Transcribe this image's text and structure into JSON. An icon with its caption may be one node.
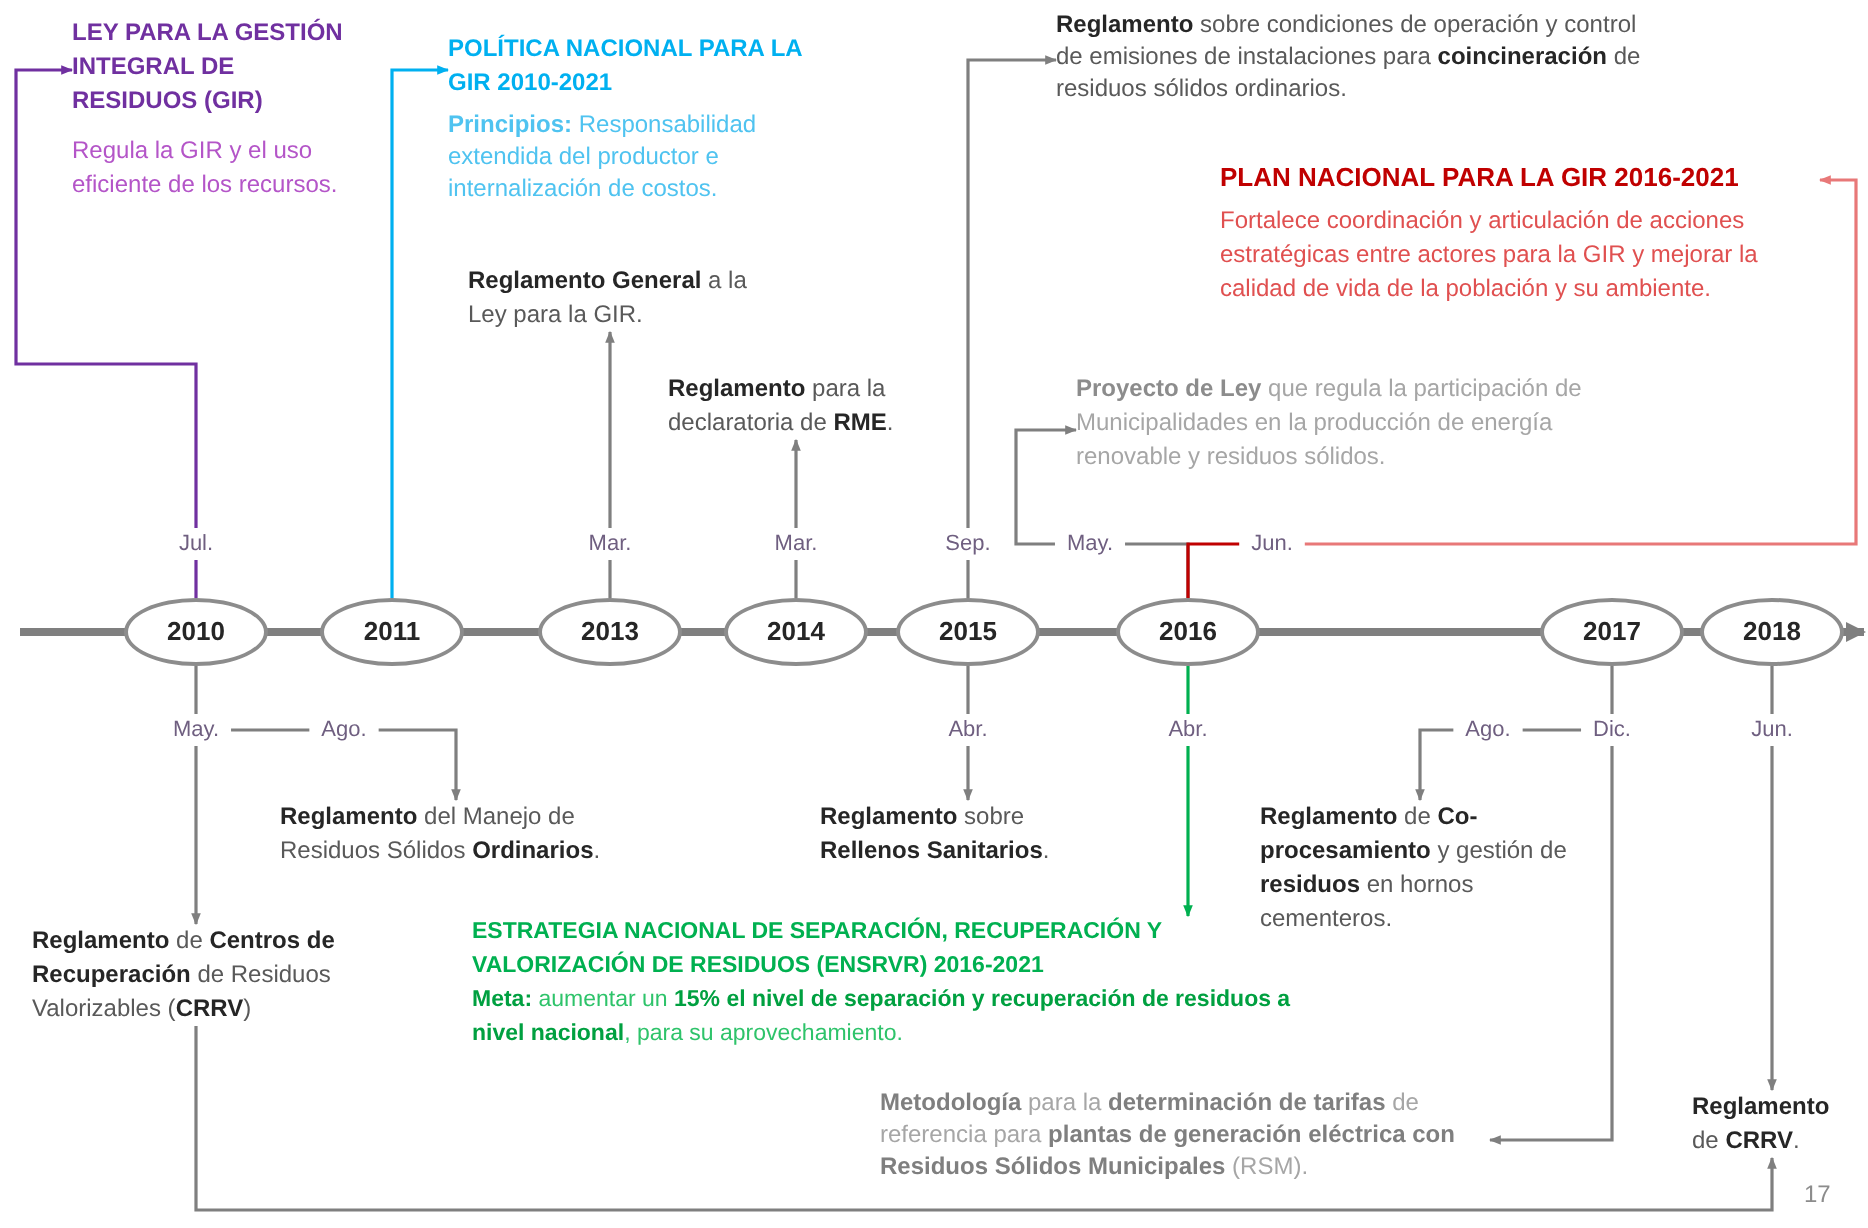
{
  "diagram": {
    "nodes": [
      {
        "text": [
          "LEY PARA LA GESTIÓN INTEGRAL DE RESIDUOS (GIR)",
          "Regula la GIR y el uso eficiente de los recursos."
        ]
      },
      {
        "text": [
          "POLÍTICA NACIONAL PARA LA GIR 2010-2021",
          "**Principios:** Responsabilidad extendida del productor e internalización de costos."
        ]
      },
      {
        "text": [
          "**Reglamento General** a la Ley para la GIR."
        ]
      },
      {
        "text": [
          "**Reglamento** para la declaratoria de **RME**."
        ]
      },
      {
        "text": [
          "**Reglamento** sobre condiciones de operación y control de emisiones de instalaciones para **coincineración** de residuos sólidos ordinarios."
        ]
      },
      {
        "text": [
          "PLAN NACIONAL PARA LA GIR 2016-2021",
          "Fortalece coordinación y articulación de acciones estratégicas entre actores para la GIR y mejorar la calidad de vida de la población y su ambiente."
        ]
      },
      {
        "text": [
          "**Proyecto de Ley** que regula la participación de Municipalidades en la producción de energía renovable y residuos sólidos."
        ]
      },
      {
        "text": [
          "2010"
        ]
      },
      {
        "text": [
          "2011"
        ]
      },
      {
        "text": [
          "2013"
        ]
      },
      {
        "text": [
          "2014"
        ]
      },
      {
        "text": [
          "2015"
        ]
      },
      {
        "text": [
          "2016"
        ]
      },
      {
        "text": [
          "2017"
        ]
      },
      {
        "text": [
          "2018"
        ]
      },
      {
        "text": [
          "Jul."
        ]
      },
      {
        "text": [
          "Mar."
        ]
      },
      {
        "text": [
          "Mar."
        ]
      },
      {
        "text": [
          "Sep."
        ]
      },
      {
        "text": [
          "May."
        ]
      },
      {
        "text": [
          "Jun."
        ]
      },
      {
        "text": [
          "May."
        ]
      },
      {
        "text": [
          "Ago."
        ]
      },
      {
        "text": [
          "Abr."
        ]
      },
      {
        "text": [
          "Abr."
        ]
      },
      {
        "text": [
          "Ago."
        ]
      },
      {
        "text": [
          "Dic."
        ]
      },
      {
        "text": [
          "Jun."
        ]
      },
      {
        "text": [
          "**Reglamento** del Manejo de Residuos Sólidos **Ordinarios**."
        ]
      },
      {
        "text": [
          "**Reglamento** sobre **Rellenos Sanitarios**."
        ]
      },
      {
        "text": [
          "**Reglamento** de **Co-procesamiento** y gestión de **residuos** en hornos cementeros."
        ]
      },
      {
        "text": [
          "**Reglamento** de **Centros de Recuperación** de Residuos Valorizables (**CRRV**)"
        ]
      },
      {
        "text": [
          "ESTRATEGIA NACIONAL DE SEPARACIÓN, RECUPERACIÓN Y VALORIZACIÓN DE RESIDUOS (ENSRVR) 2016-2021",
          "**Meta:** aumentar un **15% el nivel de separación y recuperación de residuos a nivel nacional**, para su aprovechamiento."
        ]
      },
      {
        "text": [
          "**Metodología** para la **determinación de tarifas** de referencia para **plantas de generación eléctrica con Residuos Sólidos Municipales** (RSM)."
        ]
      },
      {
        "text": [
          "**Reglamento** de **CRRV**."
        ]
      }
    ],
    "edges": [
      {
        "from": 7,
        "to": 15,
        "arrow": "none",
        "color": "#7030a0"
      },
      {
        "from": 15,
        "to": 0,
        "arrow": "to",
        "color": "#7030a0"
      },
      {
        "from": 8,
        "to": 1,
        "arrow": "to",
        "color": "#00b0f0"
      },
      {
        "from": 9,
        "to": 16,
        "arrow": "none"
      },
      {
        "from": 16,
        "to": 2,
        "arrow": "to"
      },
      {
        "from": 10,
        "to": 17,
        "arrow": "none"
      },
      {
        "from": 17,
        "to": 3,
        "arrow": "to"
      },
      {
        "from": 11,
        "to": 18,
        "arrow": "none"
      },
      {
        "from": 18,
        "to": 4,
        "arrow": "to"
      },
      {
        "from": 12,
        "to": 19,
        "arrow": "none"
      },
      {
        "from": 19,
        "to": 6,
        "arrow": "to"
      },
      {
        "from": 12,
        "to": 20,
        "arrow": "none",
        "color": "#c00000"
      },
      {
        "from": 20,
        "to": 5,
        "arrow": "to",
        "color": "#e87878"
      },
      {
        "from": 7,
        "to": 21,
        "arrow": "none"
      },
      {
        "from": 21,
        "to": 22,
        "arrow": "none"
      },
      {
        "from": 22,
        "to": 28,
        "arrow": "to"
      },
      {
        "from": 21,
        "to": 31,
        "arrow": "to"
      },
      {
        "from": 11,
        "to": 23,
        "arrow": "none"
      },
      {
        "from": 23,
        "to": 29,
        "arrow": "to"
      },
      {
        "from": 12,
        "to": 24,
        "arrow": "none",
        "color": "#00b050"
      },
      {
        "from": 24,
        "to": 32,
        "arrow": "to",
        "color": "#00b050"
      },
      {
        "from": 13,
        "to": 26,
        "arrow": "none"
      },
      {
        "from": 26,
        "to": 25,
        "arrow": "none"
      },
      {
        "from": 25,
        "to": 30,
        "arrow": "to"
      },
      {
        "from": 26,
        "to": 33,
        "arrow": "to"
      },
      {
        "from": 14,
        "to": 27,
        "arrow": "none"
      },
      {
        "from": 27,
        "to": 34,
        "arrow": "to"
      },
      {
        "from": 31,
        "to": 34,
        "arrow": "to"
      }
    ],
    "labels": [
      "17"
    ]
  }
}
